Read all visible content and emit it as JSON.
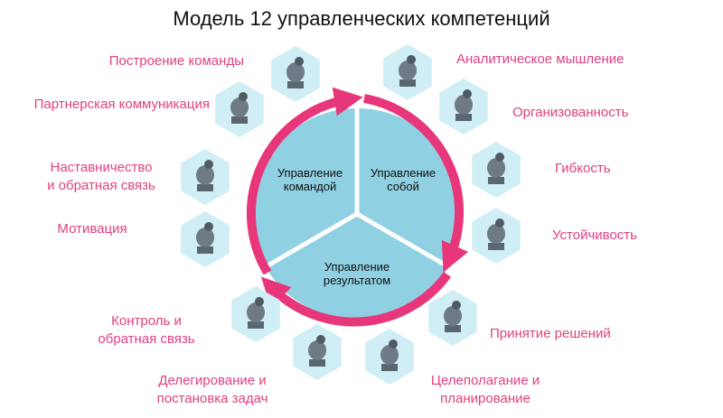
{
  "title": "Модель 12 управленческих компетенций",
  "colors": {
    "accent": "#e0407f",
    "sector": "#8fd0e2",
    "hexagon": "#cfeef5",
    "arrow": "#e8367a",
    "divider": "#ffffff"
  },
  "center": {
    "team": "Управление\nкомандой",
    "self": "Управление\nсобой",
    "results": "Управление\nрезультатом"
  },
  "competencies": [
    {
      "id": "team-building",
      "label": "Построение команды",
      "icon": "elephant-statue-icon"
    },
    {
      "id": "partner-communication",
      "label": "Партнерская коммуникация",
      "icon": "figure-statue-icon"
    },
    {
      "id": "mentoring",
      "label": "Наставничество\nи обратная связь",
      "icon": "standing-statue-icon"
    },
    {
      "id": "motivation",
      "label": "Мотивация",
      "icon": "bull-statue-icon"
    },
    {
      "id": "control",
      "label": "Контроль и\nобратная связь",
      "icon": "tree-statue-icon"
    },
    {
      "id": "delegation",
      "label": "Делегирование и\nпостановка задач",
      "icon": "dancer-statue-icon"
    },
    {
      "id": "goal-setting",
      "label": "Целеполагание и\nпланирование",
      "icon": "chariot-statue-icon"
    },
    {
      "id": "decision-making",
      "label": "Принятие решений",
      "icon": "horsemen-statue-icon"
    },
    {
      "id": "resilience",
      "label": "Устойчивость",
      "icon": "boar-statue-icon"
    },
    {
      "id": "flexibility",
      "label": "Гибкость",
      "icon": "horse-statue-icon"
    },
    {
      "id": "organization",
      "label": "Организованность",
      "icon": "ganesha-statue-icon"
    },
    {
      "id": "analytical-thinking",
      "label": "Аналитическое мышление",
      "icon": "griffin-statue-icon"
    }
  ]
}
